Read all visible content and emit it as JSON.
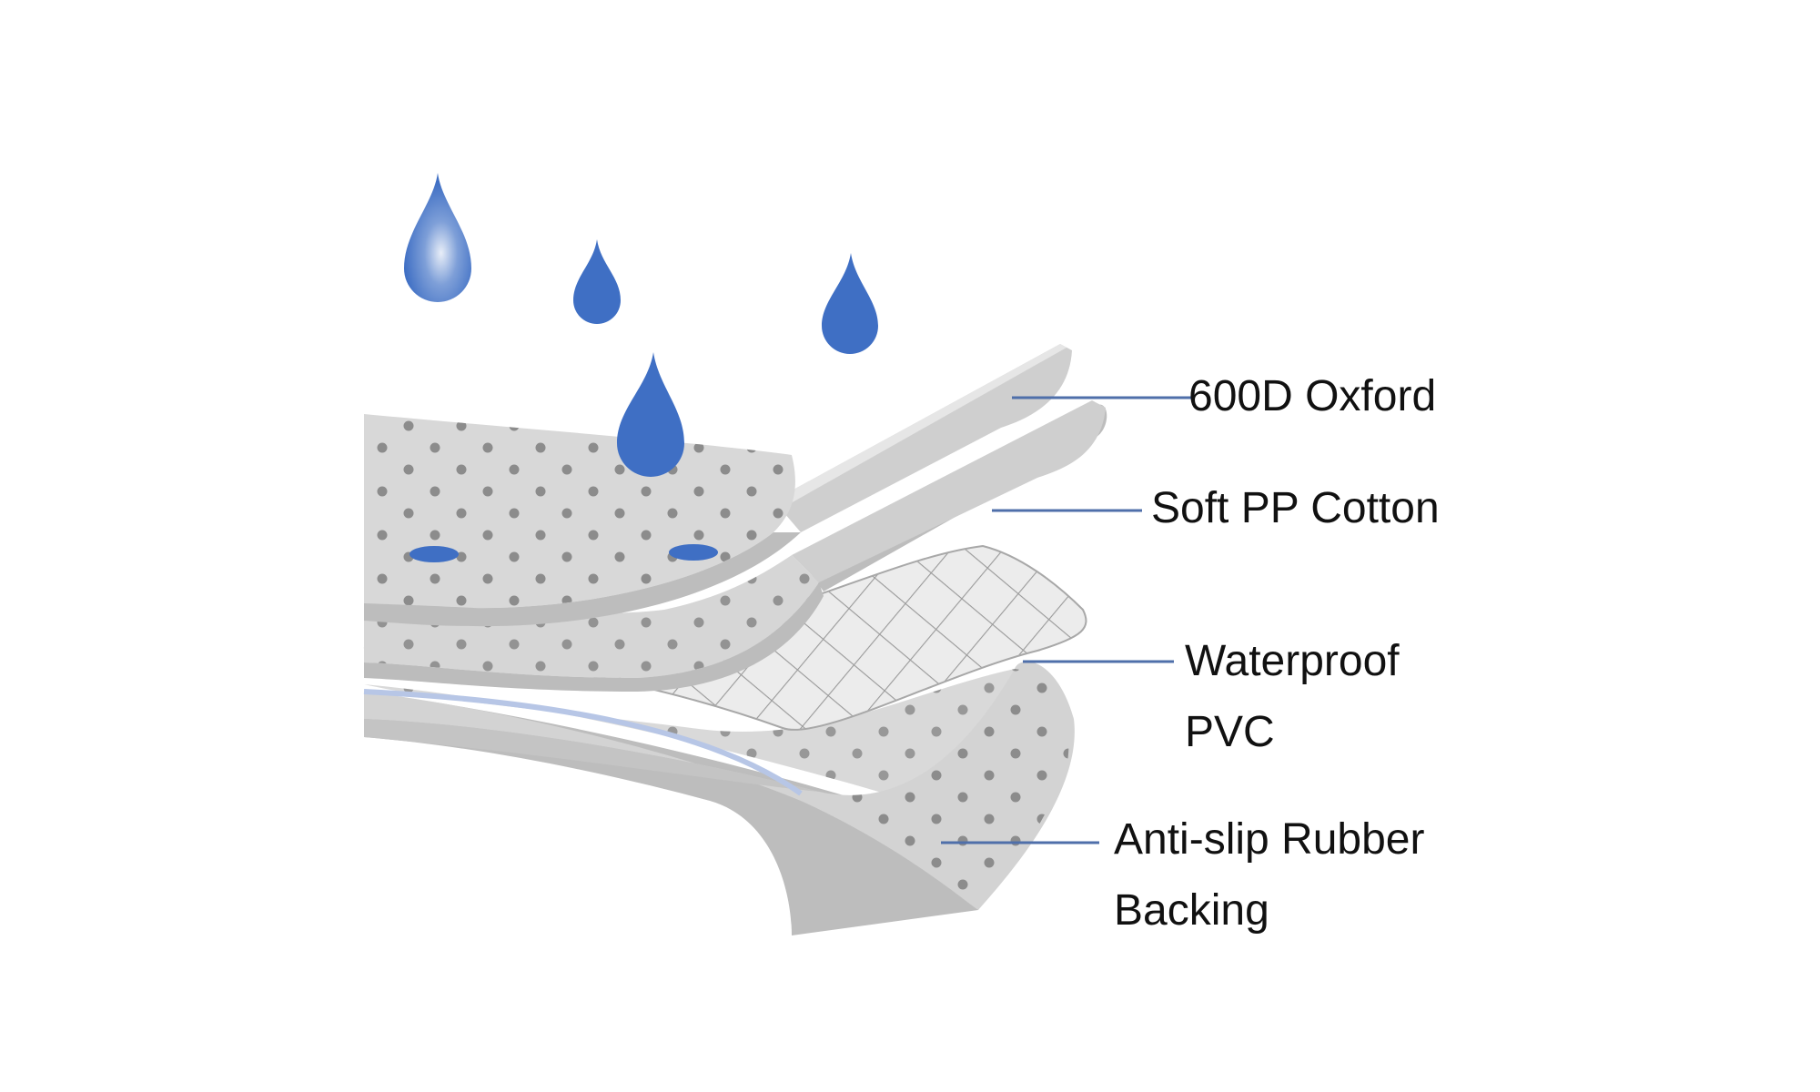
{
  "diagram": {
    "layers": [
      {
        "id": "oxford",
        "label": "600D Oxford"
      },
      {
        "id": "cotton",
        "label": "Soft PP Cotton"
      },
      {
        "id": "pvc",
        "label": "Waterproof\nPVC"
      },
      {
        "id": "rubber",
        "label": "Anti-slip Rubber\nBacking"
      }
    ],
    "colors": {
      "water_drop": "#3f6fc4",
      "leader_line": "#4f6faa",
      "fabric_face": "#d7d7d7",
      "fabric_edge": "#bdbdbd",
      "dots": "#8c8c8c",
      "mesh_lines": "#9a9a9a",
      "label_text": "#111111"
    },
    "icons": [
      "water-drop-icon"
    ]
  }
}
